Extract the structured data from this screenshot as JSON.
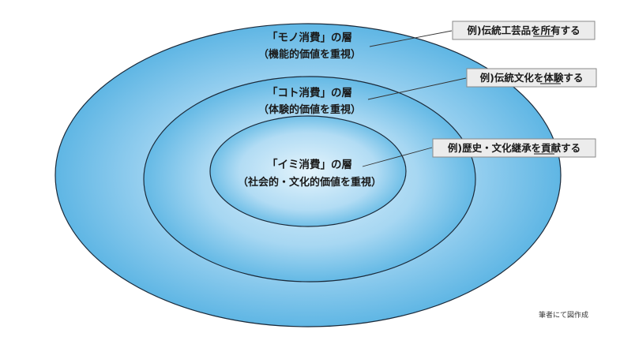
{
  "layers": [
    {
      "title": "「モノ消費」の層",
      "subtitle": "（機能的価値を重視）",
      "example": "例)伝統工芸品を所有する",
      "example_underlined": "所有"
    },
    {
      "title": "「コト消費」の層",
      "subtitle": "（体験的価値を重視）",
      "example": "例)伝統文化を体験する",
      "example_underlined": "体験"
    },
    {
      "title": "「イミ消費」の層",
      "subtitle": "（社会的・文化的価値を重視）",
      "example": "例)歴史・文化継承を貢献する",
      "example_underlined": "貢献"
    }
  ],
  "credit": "筆者にて図作成",
  "colors": {
    "fill_center": "#d8eefb",
    "fill_edge": "#58b4e3",
    "outline": "#1b2a3a",
    "box_fill": "#ececec",
    "box_border": "#8a8a8a"
  }
}
